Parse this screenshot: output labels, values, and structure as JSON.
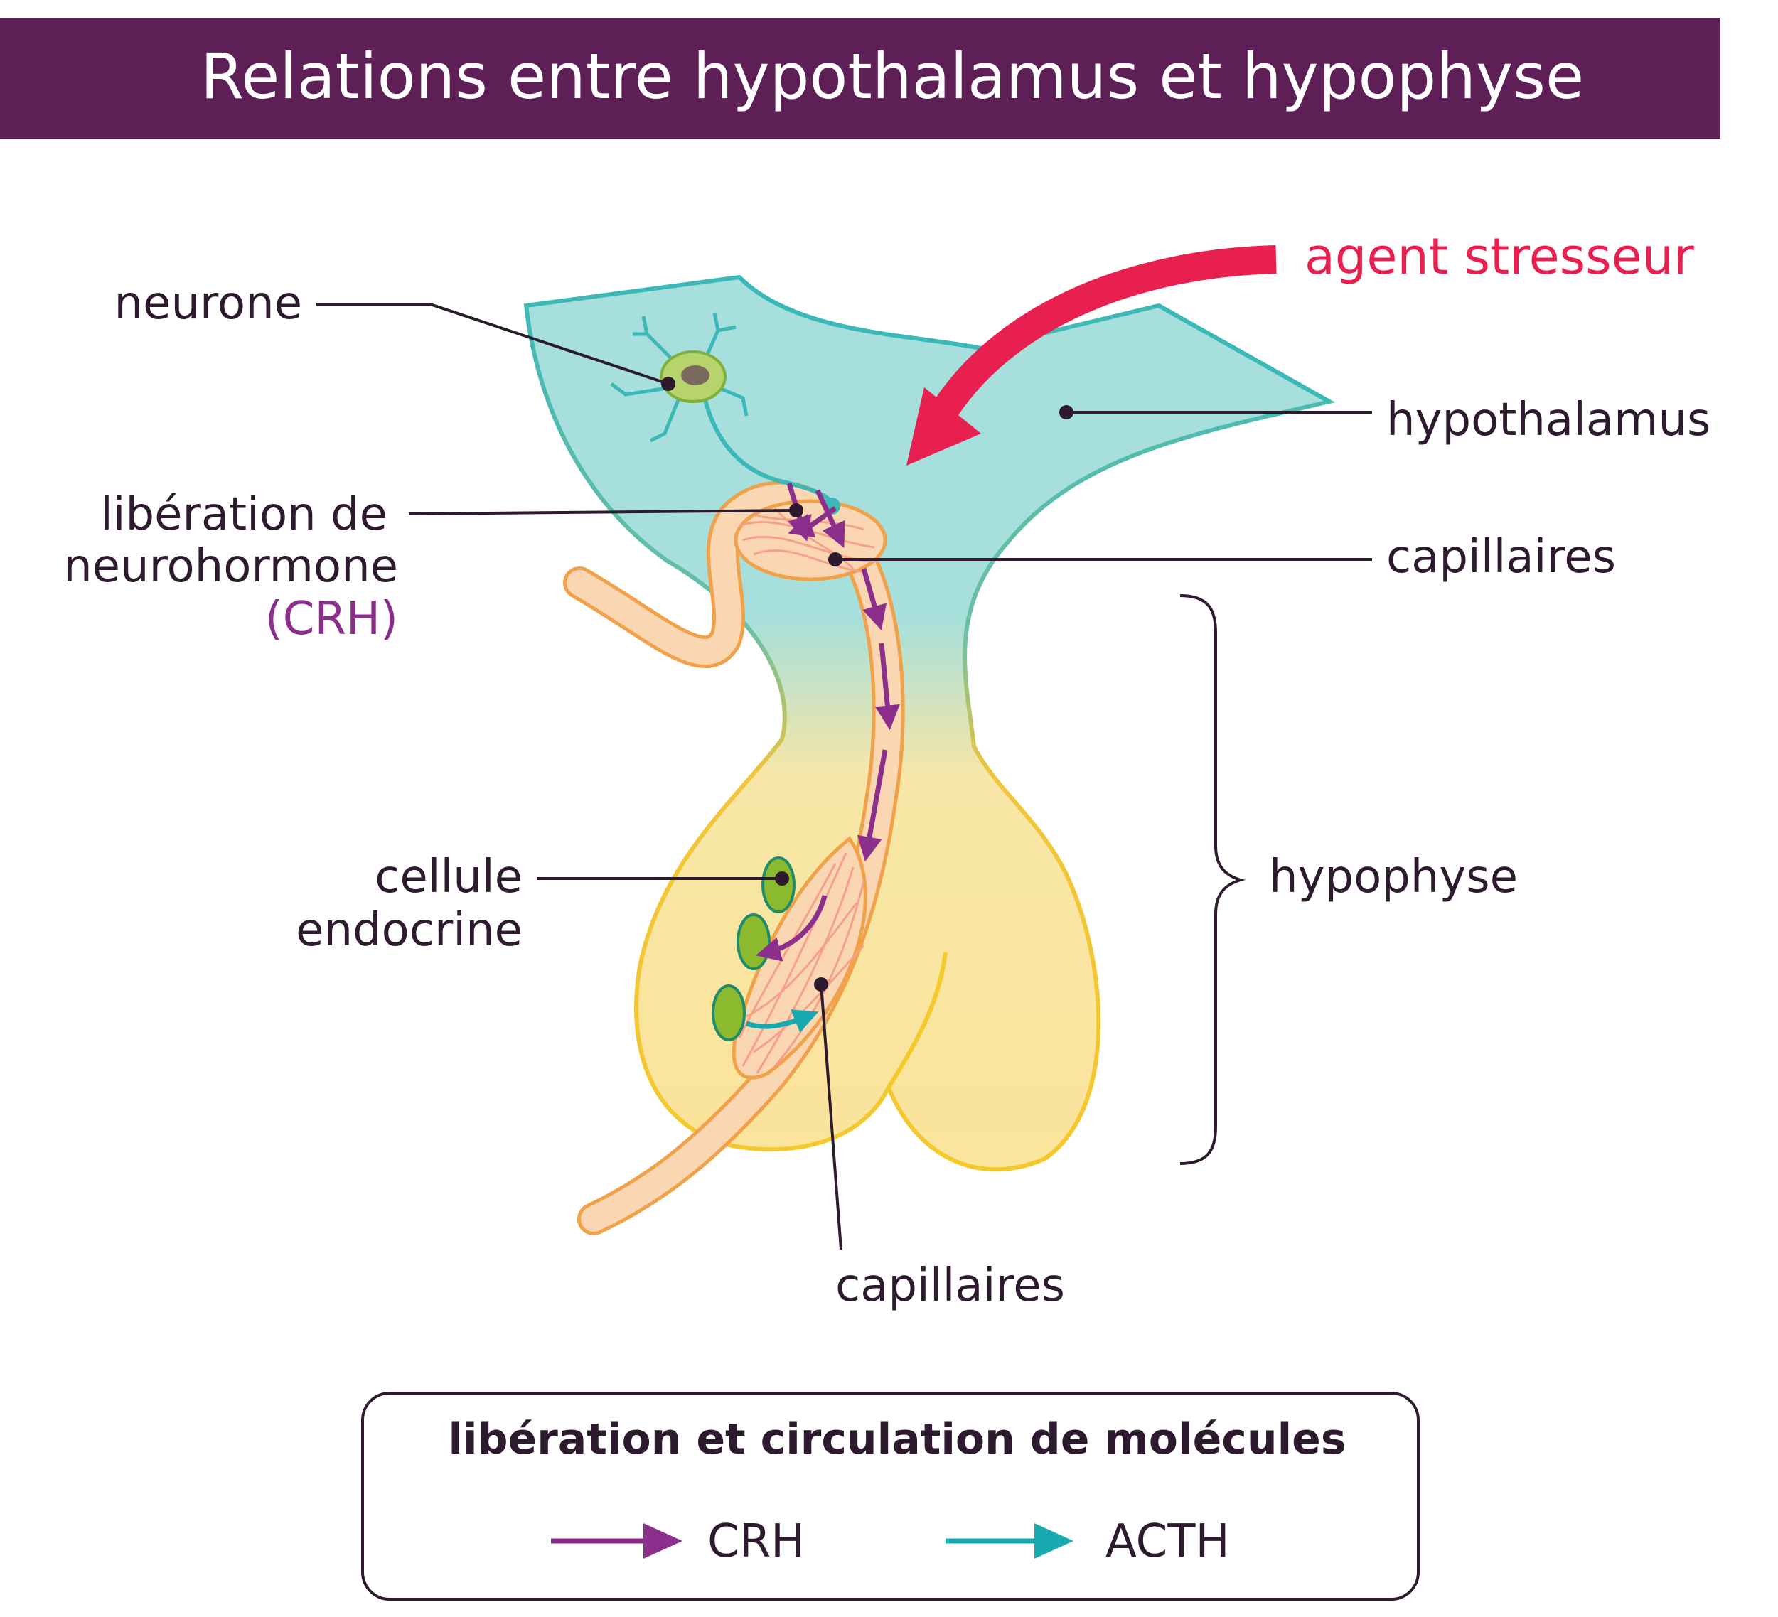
{
  "colors": {
    "title_bar": "#5e1f57",
    "stressor": "#e8204f",
    "crh": "#8c2f8c",
    "acth": "#16a9b0",
    "hypothalamus": "#a6dfdb",
    "hypophysis": "#fbe49b",
    "capillary": "#f6a08a",
    "vessel": "#fad7b2",
    "endocrine_cell": "#8cba2e",
    "text": "#2d1a2e"
  },
  "title": "Relations entre hypothalamus et hypophyse",
  "labels": {
    "agent_stresseur": "agent stresseur",
    "neurone": "neurone",
    "hypothalamus": "hypothalamus",
    "liberation_line1": "libération de",
    "liberation_line2": "neurohormone",
    "liberation_line3": "(CRH)",
    "capillaires_top": "capillaires",
    "hypophyse": "hypophyse",
    "cellule_line1": "cellule",
    "cellule_line2": "endocrine",
    "capillaires_bottom": "capillaires"
  },
  "legend": {
    "title": "libération et circulation de molécules",
    "items": [
      {
        "label": "CRH",
        "color_key": "crh"
      },
      {
        "label": "ACTH",
        "color_key": "acth"
      }
    ]
  }
}
